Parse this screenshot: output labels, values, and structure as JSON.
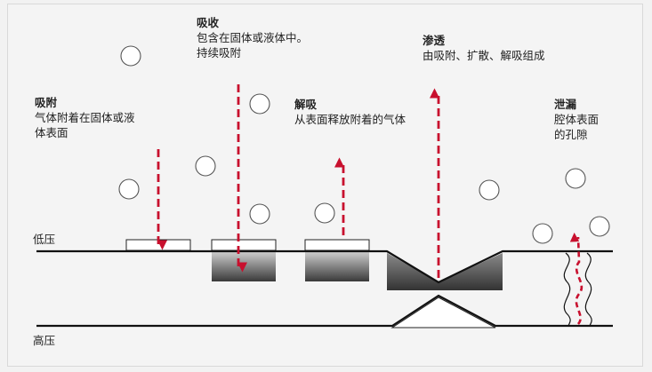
{
  "labels": {
    "low_pressure": "低压",
    "high_pressure": "高压"
  },
  "concepts": [
    {
      "id": "adsorption",
      "title": "吸附",
      "lines": [
        "气体附着在固体或液",
        "体表面"
      ]
    },
    {
      "id": "absorption",
      "title": "吸收",
      "lines": [
        "包含在固体或液体中。",
        "持续吸附"
      ]
    },
    {
      "id": "desorption",
      "title": "解吸",
      "lines": [
        "从表面释放附着的气体"
      ]
    },
    {
      "id": "permeation",
      "title": "渗透",
      "lines": [
        "由吸附、扩散、解吸组成"
      ]
    },
    {
      "id": "leak",
      "title": "泄漏",
      "lines": [
        "腔体表面",
        "的孔隙"
      ]
    }
  ],
  "colors": {
    "arrow": "#c8102e",
    "line": "#111111",
    "background": "#f4f4f4"
  }
}
